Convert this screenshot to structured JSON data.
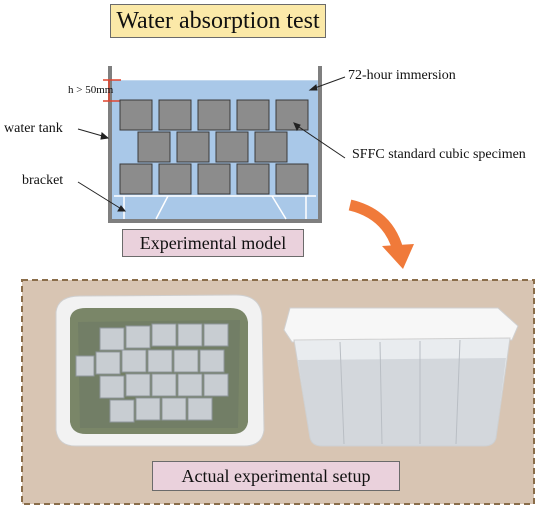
{
  "title": "Water absorption test",
  "model": {
    "height_label": "h > 50mm",
    "immersion_label": "72-hour immersion",
    "tank_label": "water tank",
    "specimen_label": "SFFC standard cubic specimen",
    "bracket_label": "bracket",
    "caption": "Experimental model"
  },
  "setup": {
    "caption": "Actual experimental setup"
  },
  "colors": {
    "title_bg": "#fbe9a8",
    "caption_bg": "#ead1dc",
    "water": "#a9c8e8",
    "specimen": "#8c8c8c",
    "arrow": "#f07a3a",
    "setup_bg": "#d8c5b3",
    "height_marker": "#e0452f"
  }
}
